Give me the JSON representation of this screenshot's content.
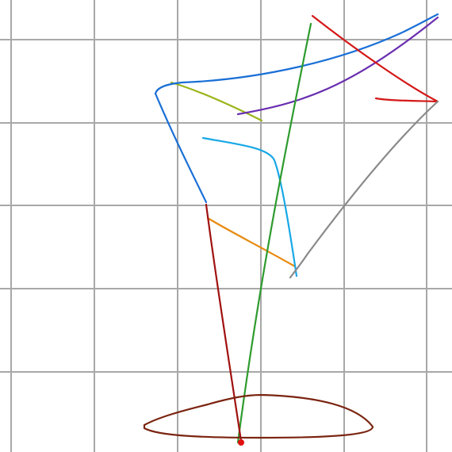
{
  "colors": {
    "background": "#ffffff",
    "grid": "#a8a8a8",
    "blue": "#1a6fd6",
    "cyan": "#18a8e6",
    "purple": "#6a2fb0",
    "green": "#2e9b2e",
    "yellow_green": "#9ab51a",
    "orange": "#e88a10",
    "red": "#d41818",
    "dark_red": "#a01010",
    "brown": "#7a2410",
    "gray": "#8a8a8a",
    "marker": "#e01010"
  },
  "curves": [
    {
      "name": "blue-curve",
      "color_key": "blue"
    },
    {
      "name": "cyan-curve",
      "color_key": "cyan"
    },
    {
      "name": "purple-curve",
      "color_key": "purple"
    },
    {
      "name": "green-curve",
      "color_key": "green"
    },
    {
      "name": "yellow-green-curve",
      "color_key": "yellow_green"
    },
    {
      "name": "orange-curve",
      "color_key": "orange"
    },
    {
      "name": "red-curve",
      "color_key": "red"
    },
    {
      "name": "dark-red-curve",
      "color_key": "dark_red"
    },
    {
      "name": "brown-ellipse",
      "color_key": "brown"
    },
    {
      "name": "gray-curve",
      "color_key": "gray"
    }
  ],
  "marker": {
    "name": "red-point",
    "color_key": "marker"
  }
}
